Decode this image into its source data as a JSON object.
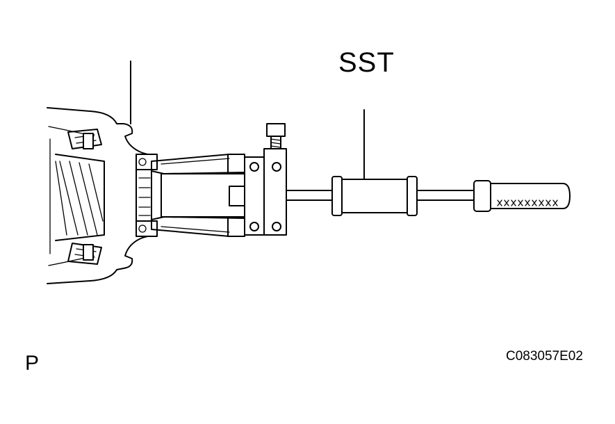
{
  "labels": {
    "tool": "SST",
    "view": "P",
    "figure_code": "C083057E02"
  },
  "colors": {
    "line": "#000000",
    "background": "#ffffff"
  }
}
